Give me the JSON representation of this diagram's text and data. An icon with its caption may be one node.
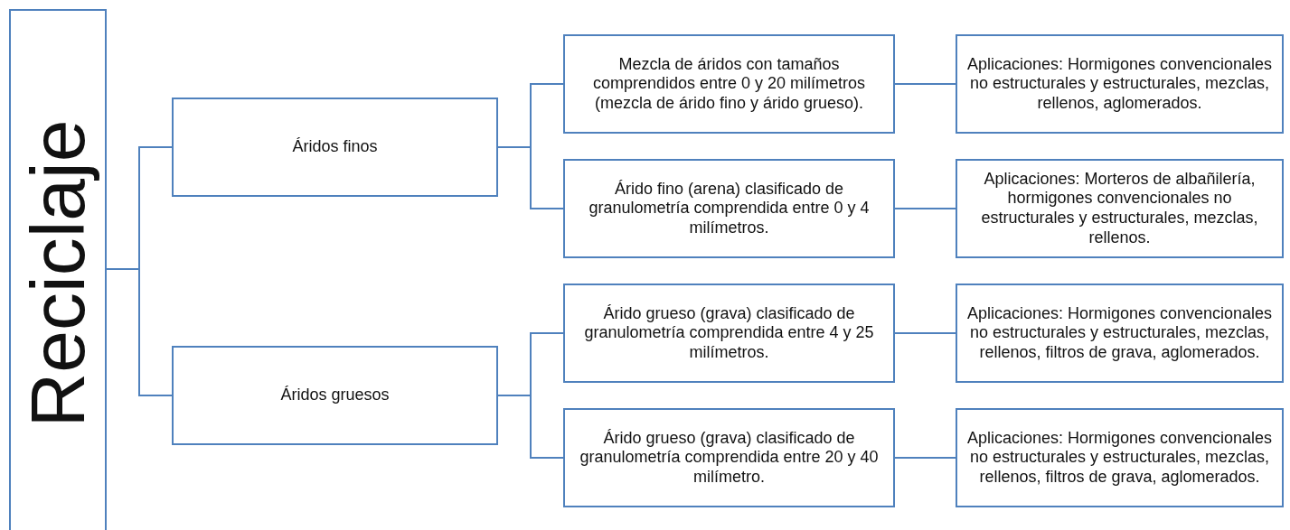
{
  "diagram": {
    "nodes": [
      {
        "text": [
          "Reciclaje"
        ]
      },
      {
        "text": [
          "Áridos finos"
        ]
      },
      {
        "text": [
          "Áridos gruesos"
        ]
      },
      {
        "text": [
          "Mezcla de áridos con tamaños comprendidos entre 0 y 20 milímetros (mezcla de árido fino y árido grueso)."
        ]
      },
      {
        "text": [
          "Árido fino (arena) clasificado de granulometría comprendida entre 0 y 4 milímetros."
        ]
      },
      {
        "text": [
          "Árido grueso (grava) clasificado de granulometría comprendida entre 4 y 25 milímetros."
        ]
      },
      {
        "text": [
          "Árido grueso (grava) clasificado de granulometría comprendida entre 20 y 40 milímetro."
        ]
      },
      {
        "text": [
          "Aplicaciones: Hormigones convencionales no estructurales y estructurales, mezclas, rellenos, aglomerados."
        ]
      },
      {
        "text": [
          "Aplicaciones: Morteros de albañilería, hormigones convencionales no estructurales y estructurales, mezclas, rellenos."
        ]
      },
      {
        "text": [
          "Aplicaciones: Hormigones convencionales no estructurales y estructurales, mezclas, rellenos, filtros de grava, aglomerados."
        ]
      },
      {
        "text": [
          "Aplicaciones: Hormigones convencionales no estructurales y estructurales, mezclas, rellenos, filtros de grava, aglomerados."
        ]
      }
    ],
    "edges": [
      {
        "from": 0,
        "to": 1,
        "arrow": "none"
      },
      {
        "from": 0,
        "to": 2,
        "arrow": "none"
      },
      {
        "from": 1,
        "to": 3,
        "arrow": "none"
      },
      {
        "from": 1,
        "to": 4,
        "arrow": "none"
      },
      {
        "from": 2,
        "to": 5,
        "arrow": "none"
      },
      {
        "from": 2,
        "to": 6,
        "arrow": "none"
      },
      {
        "from": 3,
        "to": 7,
        "arrow": "none"
      },
      {
        "from": 4,
        "to": 8,
        "arrow": "none"
      },
      {
        "from": 5,
        "to": 9,
        "arrow": "none"
      },
      {
        "from": 6,
        "to": 10,
        "arrow": "none"
      }
    ]
  }
}
